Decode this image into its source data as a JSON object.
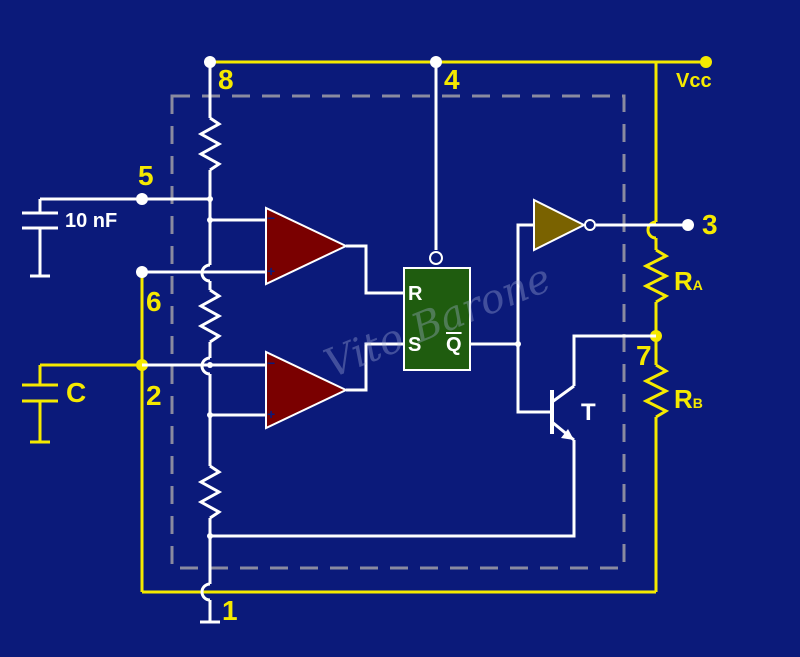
{
  "pins": {
    "p8": "8",
    "p4": "4",
    "p5": "5",
    "p6": "6",
    "p2": "2",
    "p1": "1",
    "p3": "3",
    "p7": "7"
  },
  "labels": {
    "vcc": "Vcc",
    "cap_ctrl": "10 nF",
    "cap_timing": "C",
    "ra_main": "R",
    "ra_sub": "A",
    "rb_main": "R",
    "rb_sub": "B",
    "transistor": "T"
  },
  "flipflop": {
    "r": "R",
    "s": "S",
    "q": "Q"
  },
  "comparator": {
    "minus": "−",
    "plus": "+"
  },
  "watermark": "Vito Barone",
  "colors": {
    "background": "#0b1a7a",
    "external_wire": "#f5e900",
    "internal_wire": "#ffffff",
    "comparator": "#7a0000",
    "flipflop": "#1f5c0f",
    "inverter": "#7a6200",
    "boundary": "#8a8aa0"
  }
}
